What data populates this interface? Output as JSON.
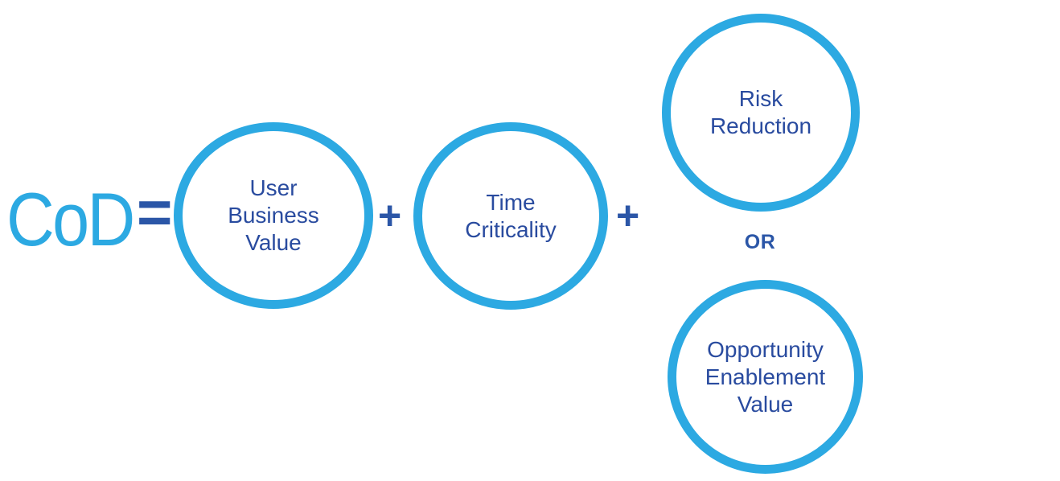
{
  "diagram": {
    "formula": {
      "lhs": "CoD",
      "equals": "=",
      "plus": "+",
      "or": "OR"
    },
    "terms": [
      {
        "name": "user-business-value",
        "lines": [
          "User",
          "Business",
          "Value"
        ]
      },
      {
        "name": "time-criticality",
        "lines": [
          "Time",
          "Criticality"
        ]
      },
      {
        "name": "risk-reduction",
        "lines": [
          "Risk",
          "Reduction"
        ]
      },
      {
        "name": "opportunity-enablement-value",
        "lines": [
          "Opportunity",
          "Enablement",
          "Value"
        ]
      }
    ],
    "colors": {
      "light_blue": "#2CA9E2",
      "dark_blue": "#294B9F",
      "operator_blue": "#2B56A7"
    }
  }
}
